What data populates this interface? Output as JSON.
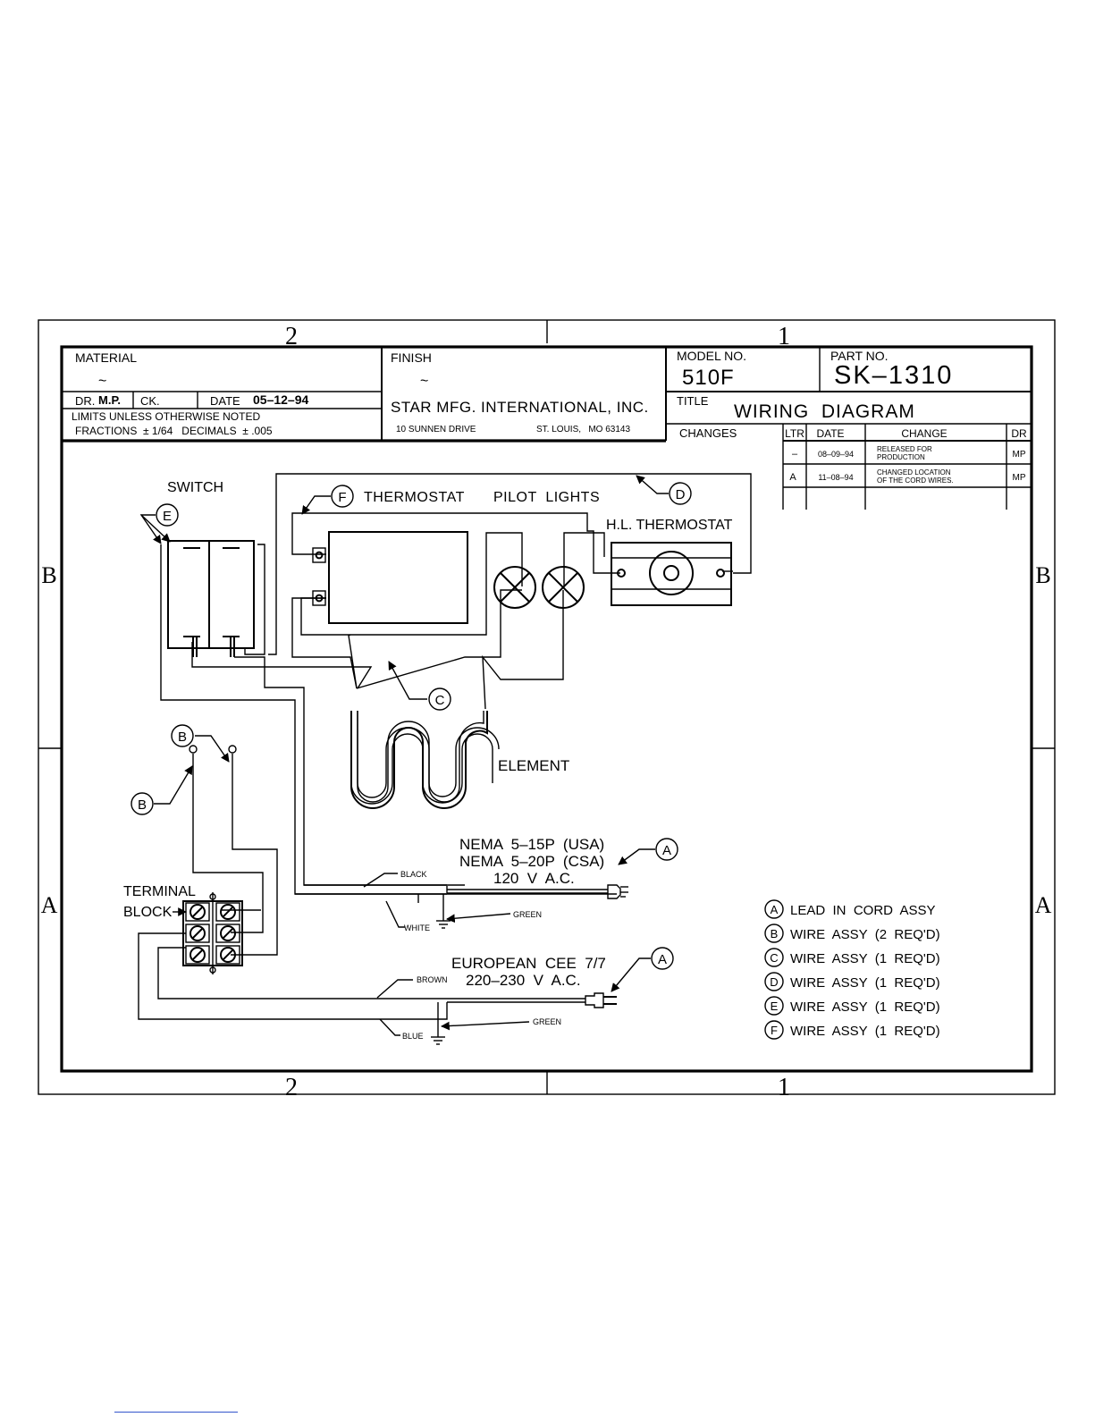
{
  "zones": {
    "col_left": "2",
    "col_right": "1",
    "row_top": "B",
    "row_bottom": "A"
  },
  "title_block": {
    "material_label": "MATERIAL",
    "material_value": "~",
    "finish_label": "FINISH",
    "finish_value": "~",
    "model_label": "MODEL NO.",
    "model_value": "510F",
    "part_label": "PART NO.",
    "part_value": "SK–1310",
    "dr_label": "DR.",
    "dr_value": "M.P.",
    "ck_label": "CK.",
    "date_label": "DATE",
    "date_value": "05–12–94",
    "company": "STAR MFG. INTERNATIONAL, INC.",
    "address_street": "10 SUNNEN DRIVE",
    "address_city": "ST. LOUIS,   MO 63143",
    "limits_line1": "LIMITS UNLESS OTHERWISE NOTED",
    "limits_line2": "FRACTIONS  ± 1/64   DECIMALS  ± .005",
    "title_label": "TITLE",
    "title_value": "WIRING  DIAGRAM"
  },
  "changes": {
    "label": "CHANGES",
    "headers": [
      "LTR",
      "DATE",
      "CHANGE",
      "DR"
    ],
    "rows": [
      {
        "ltr": "–",
        "date": "08–09–94",
        "change_line1": "RELEASED FOR",
        "change_line2": "PRODUCTION",
        "dr": "MP"
      },
      {
        "ltr": "A",
        "date": "11–08–94",
        "change_line1": "CHANGED LOCATION",
        "change_line2": "OF THE CORD WIRES.",
        "dr": "MP"
      }
    ]
  },
  "diagram": {
    "switch": "SWITCH",
    "thermostat": "THERMOSTAT",
    "pilot_lights": "PILOT  LIGHTS",
    "hl_thermostat": "H.L. THERMOSTAT",
    "element": "ELEMENT",
    "terminal_line1": "TERMINAL",
    "terminal_line2": "BLOCK",
    "nema_line1": "NEMA  5–15P  (USA)",
    "nema_line2": "NEMA  5–20P  (CSA)",
    "nema_line3": "120  V  A.C.",
    "euro_line1": "EUROPEAN  CEE  7/7",
    "euro_line2": "220–230  V  A.C.",
    "wire_black": "BLACK",
    "wire_white": "WHITE",
    "wire_green": "GREEN",
    "wire_brown": "BROWN",
    "wire_blue": "BLUE",
    "callout_a": "A",
    "callout_b": "B",
    "callout_c": "C",
    "callout_d": "D",
    "callout_e": "E",
    "callout_f": "F"
  },
  "legend": [
    {
      "letter": "A",
      "text": "LEAD  IN  CORD  ASSY"
    },
    {
      "letter": "B",
      "text": "WIRE  ASSY  (2  REQ'D)"
    },
    {
      "letter": "C",
      "text": "WIRE  ASSY  (1  REQ'D)"
    },
    {
      "letter": "D",
      "text": "WIRE  ASSY  (1  REQ'D)"
    },
    {
      "letter": "E",
      "text": "WIRE  ASSY  (1  REQ'D)"
    },
    {
      "letter": "F",
      "text": "WIRE  ASSY  (1  REQ'D)"
    }
  ]
}
